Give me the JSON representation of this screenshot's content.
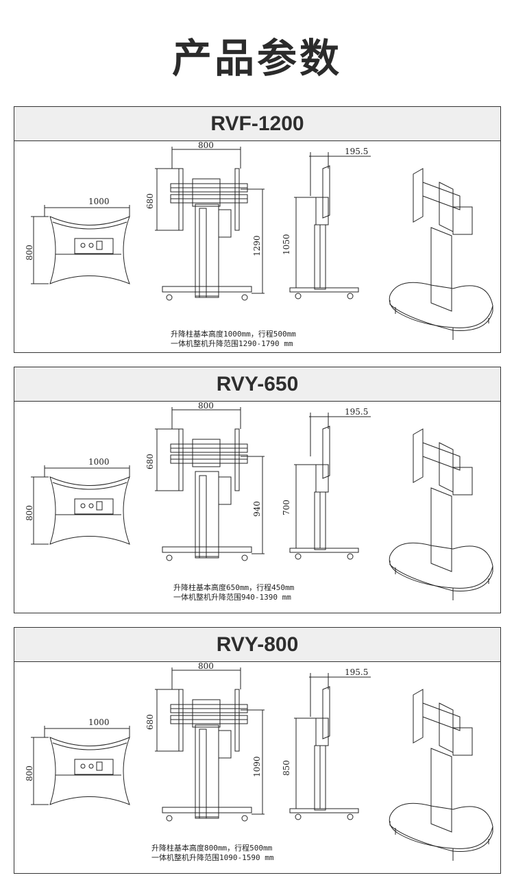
{
  "page": {
    "title": "产品参数"
  },
  "panels": [
    {
      "model": "RVF-1200",
      "base_width": "1000",
      "base_depth": "800",
      "front_width": "800",
      "bracket_height": "680",
      "total_height": "1290",
      "side_offset": "195.5",
      "column_height": "1050",
      "note_line1": "升降柱基本高度1000mm，行程500mm",
      "note_line2": "一体机整机升降范围1290-1790 mm"
    },
    {
      "model": "RVY-650",
      "base_width": "1000",
      "base_depth": "800",
      "front_width": "800",
      "bracket_height": "680",
      "total_height": "940",
      "side_offset": "195.5",
      "column_height": "700",
      "note_line1": "升降柱基本高度650mm，行程450mm",
      "note_line2": "一体机整机升降范围940-1390 mm"
    },
    {
      "model": "RVY-800",
      "base_width": "1000",
      "base_depth": "800",
      "front_width": "800",
      "bracket_height": "680",
      "total_height": "1090",
      "side_offset": "195.5",
      "column_height": "850",
      "note_line1": "升降柱基本高度800mm，行程500mm",
      "note_line2": "一体机整机升降范围1090-1590 mm"
    }
  ]
}
